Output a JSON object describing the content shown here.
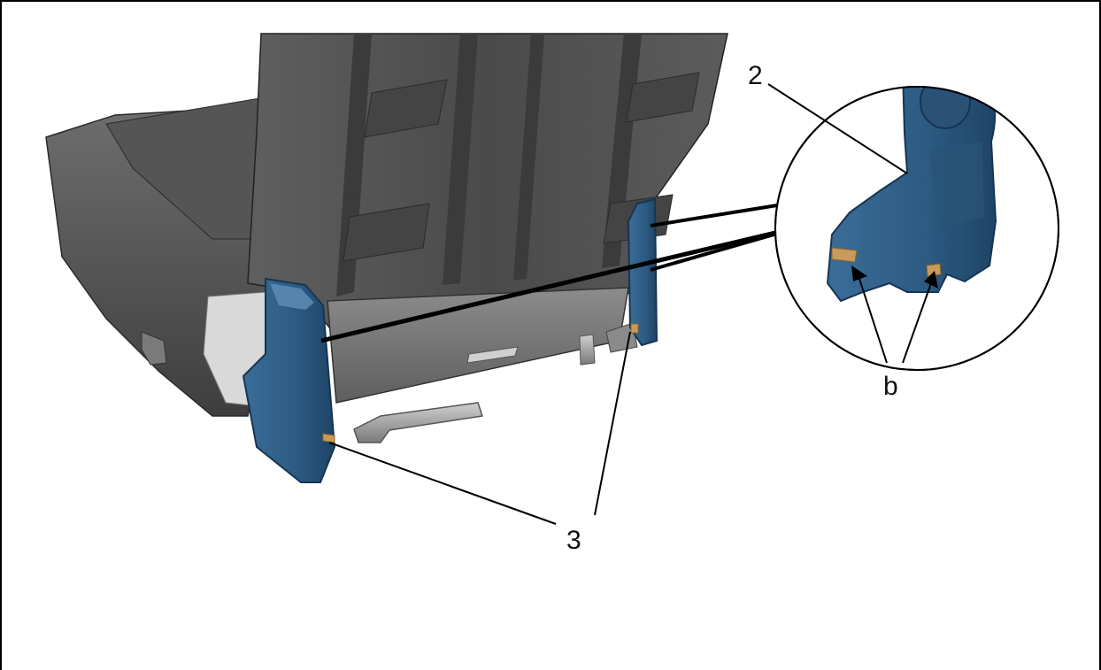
{
  "callouts": {
    "label_2": "2",
    "label_3": "3",
    "label_b": "b"
  },
  "colors": {
    "frame": "#000000",
    "seat_dark": "#3c3c3c",
    "seat_mid": "#5a5a5a",
    "seat_light": "#8a8a8a",
    "cover_blue": "#2f5f88",
    "cover_blue_dark": "#1f4466",
    "clip_tan": "#c99a5a",
    "metal": "#9a9a9a"
  }
}
